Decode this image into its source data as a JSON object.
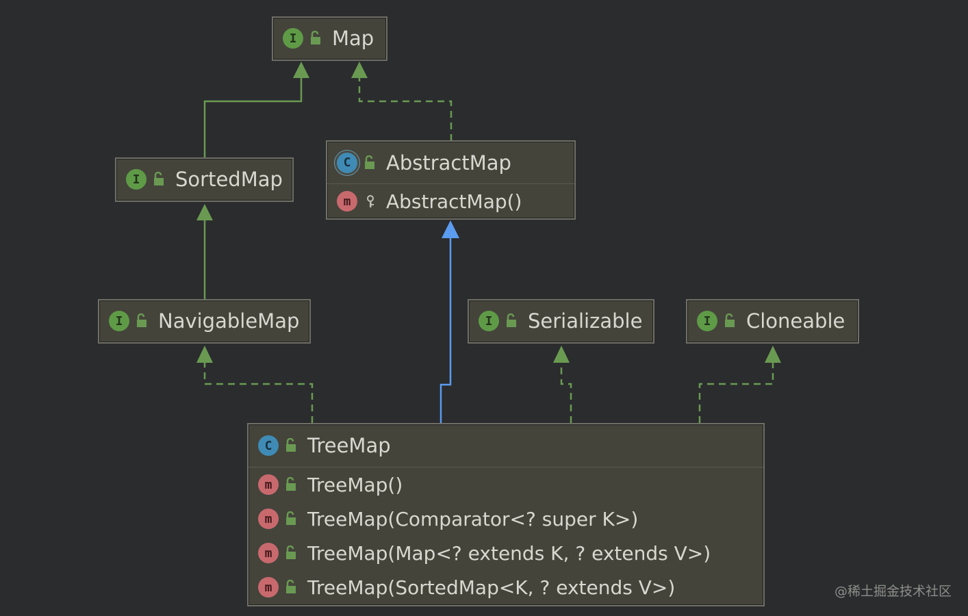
{
  "nodes": {
    "map": {
      "badge": "I",
      "name": "Map"
    },
    "sortedmap": {
      "badge": "I",
      "name": "SortedMap"
    },
    "abstractmap": {
      "badge": "C",
      "name": "AbstractMap",
      "members": [
        {
          "badge": "m",
          "label": "AbstractMap()"
        }
      ]
    },
    "navigablemap": {
      "badge": "I",
      "name": "NavigableMap"
    },
    "serializable": {
      "badge": "I",
      "name": "Serializable"
    },
    "cloneable": {
      "badge": "I",
      "name": "Cloneable"
    },
    "treemap": {
      "badge": "C",
      "name": "TreeMap",
      "members": [
        {
          "badge": "m",
          "label": "TreeMap()"
        },
        {
          "badge": "m",
          "label": "TreeMap(Comparator<? super K>)"
        },
        {
          "badge": "m",
          "label": "TreeMap(Map<? extends K, ? extends V>)"
        },
        {
          "badge": "m",
          "label": "TreeMap(SortedMap<K, ? extends V>)"
        }
      ]
    }
  },
  "colors": {
    "interface_edge": "#6a9a52",
    "extends_edge": "#5b9cf0",
    "background": "#2b2c2e"
  },
  "watermark": "@稀土掘金技术社区"
}
